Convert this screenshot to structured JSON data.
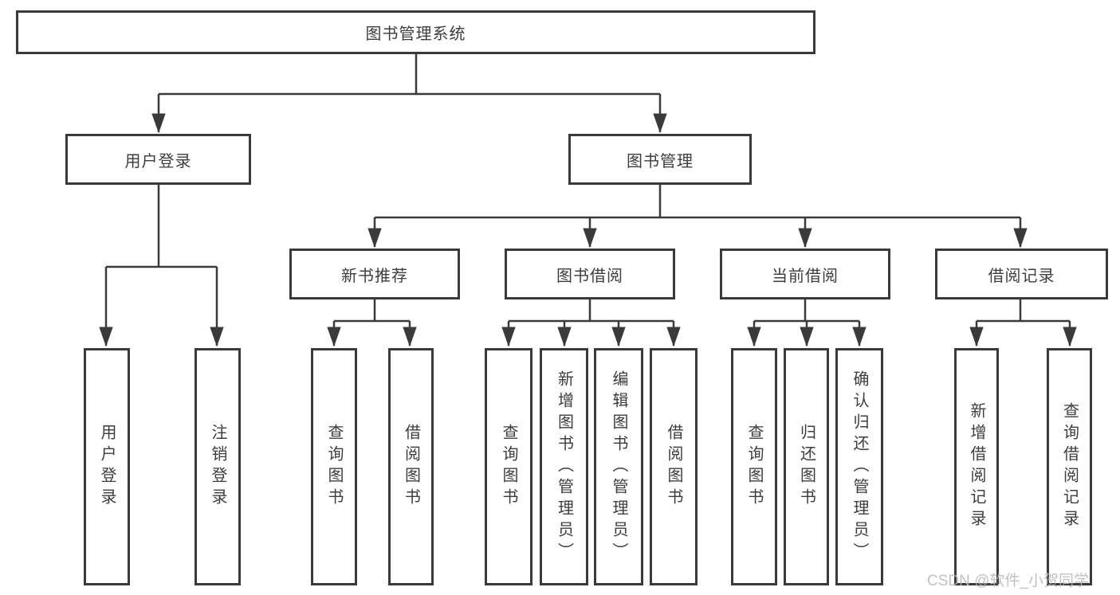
{
  "tree": {
    "label": "图书管理系统",
    "children": [
      {
        "label": "用户登录",
        "children": [
          {
            "label": "用户登录"
          },
          {
            "label": "注销登录"
          }
        ]
      },
      {
        "label": "图书管理",
        "children": [
          {
            "label": "新书推荐",
            "children": [
              {
                "label": "查询图书"
              },
              {
                "label": "借阅图书"
              }
            ]
          },
          {
            "label": "图书借阅",
            "children": [
              {
                "label": "查询图书"
              },
              {
                "label": "新增图书（管理员）"
              },
              {
                "label": "编辑图书（管理员）"
              },
              {
                "label": "借阅图书"
              }
            ]
          },
          {
            "label": "当前借阅",
            "children": [
              {
                "label": "查询图书"
              },
              {
                "label": "归还图书"
              },
              {
                "label": "确认归还（管理员）"
              }
            ]
          },
          {
            "label": "借阅记录",
            "children": [
              {
                "label": "新增借阅记录"
              },
              {
                "label": "查询借阅记录"
              }
            ]
          }
        ]
      }
    ]
  },
  "watermark": {
    "text": "CSDN @软件_小贺同学",
    "color": "#b7b7b7"
  },
  "colors": {
    "line": "#3a3a3a",
    "box_border": "#3a3a3a",
    "text": "#3d3d3d",
    "background": "#ffffff"
  }
}
